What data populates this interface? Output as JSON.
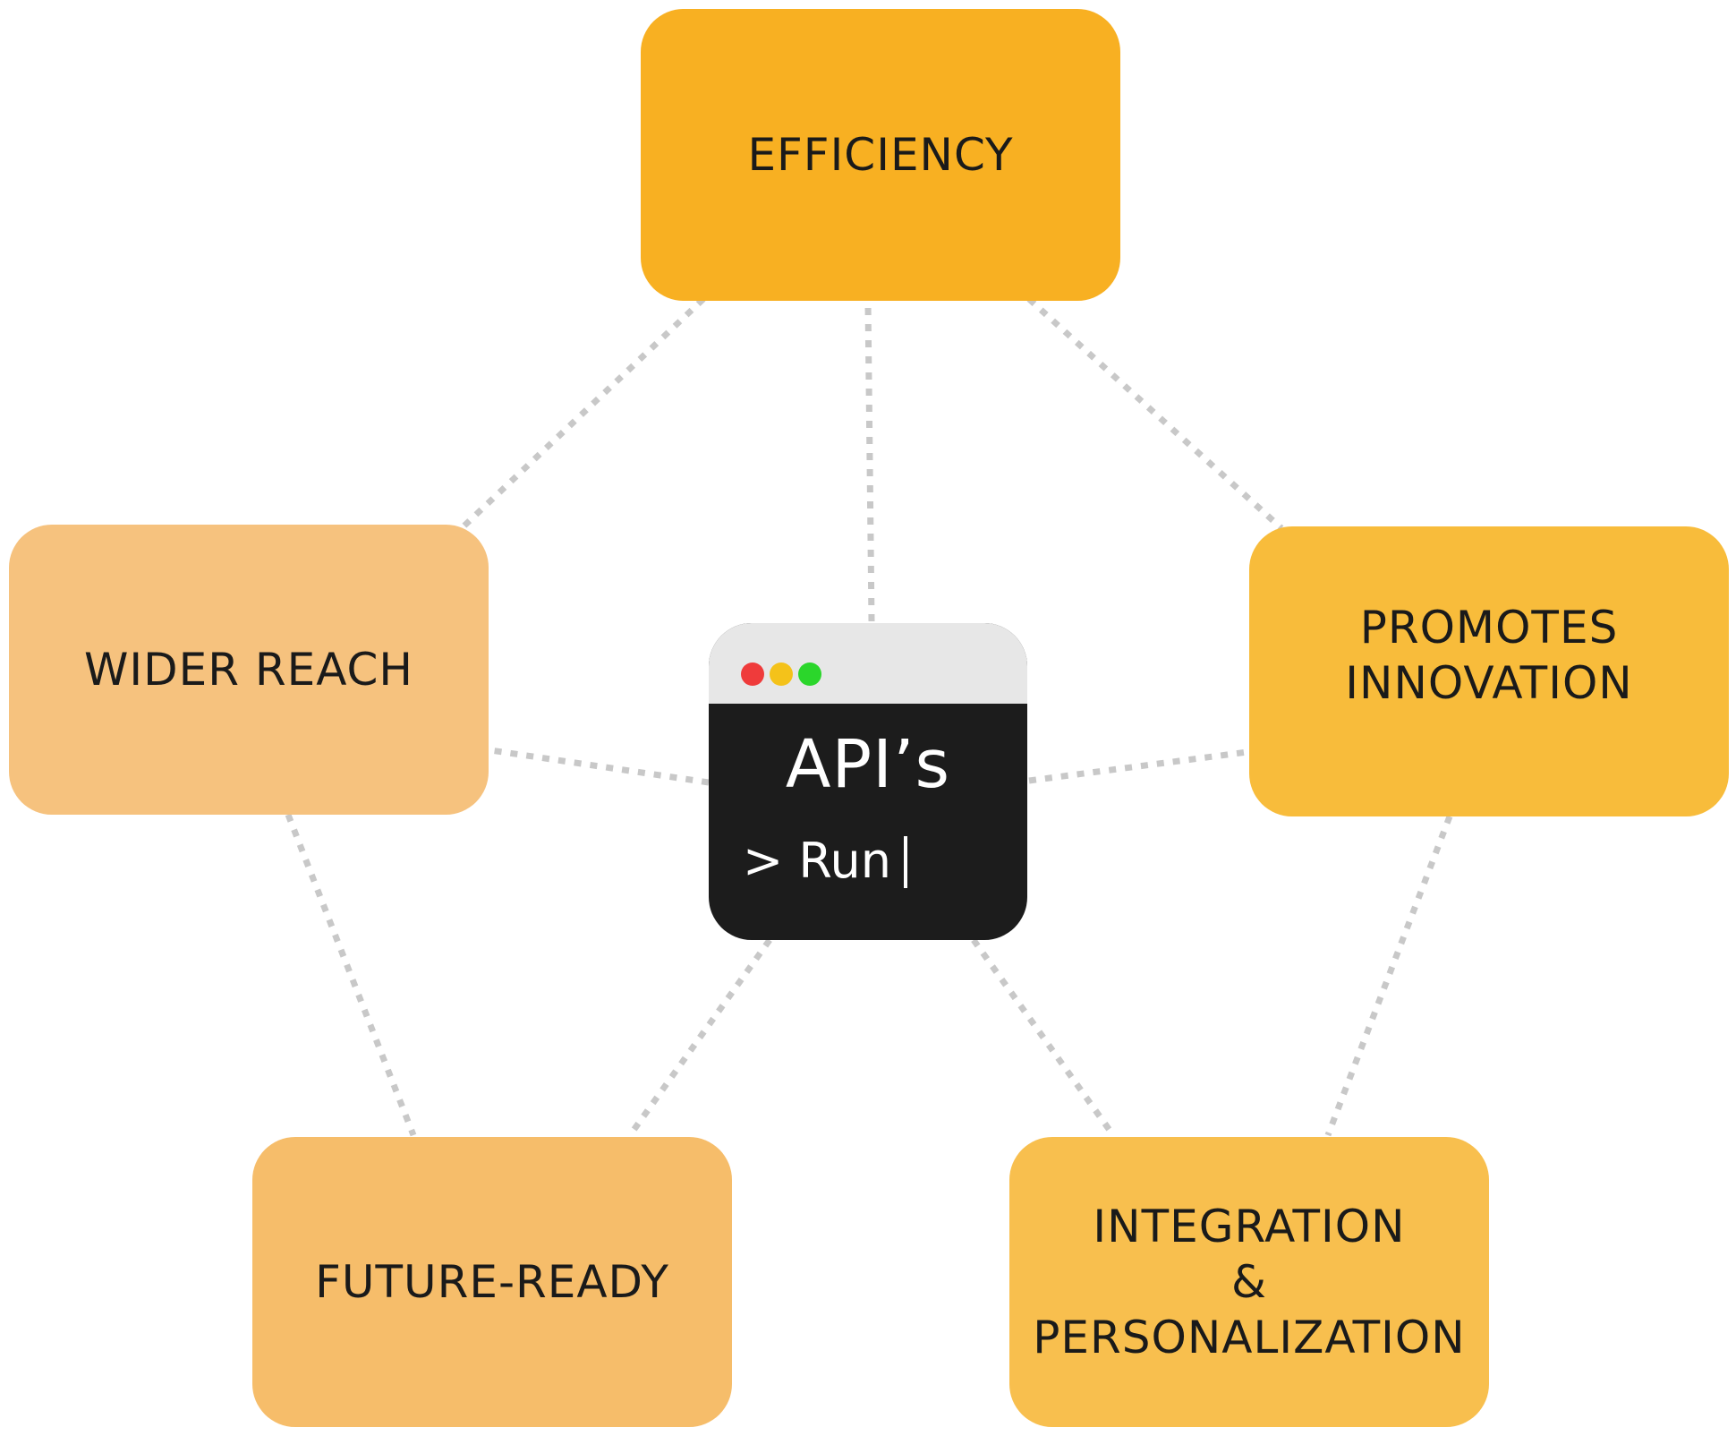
{
  "center": {
    "title": "API’s",
    "prompt": "> Run"
  },
  "nodes": {
    "efficiency": "EFFICIENCY",
    "wider_reach": "WIDER REACH",
    "promotes_innovation": "PROMOTES\nINNOVATION",
    "future_ready": "FUTURE-READY",
    "integration": "INTEGRATION\n&\nPERSONALIZATION"
  },
  "colors": {
    "efficiency": "#f8b022",
    "wider_reach": "#f6c27e",
    "promotes_innovation": "#f8bc3b",
    "future_ready": "#f6bd6a",
    "integration": "#f8bf4e",
    "window_body": "#1c1c1c",
    "window_titlebar": "#e7e7e7",
    "connector": "#c8c8c8"
  }
}
